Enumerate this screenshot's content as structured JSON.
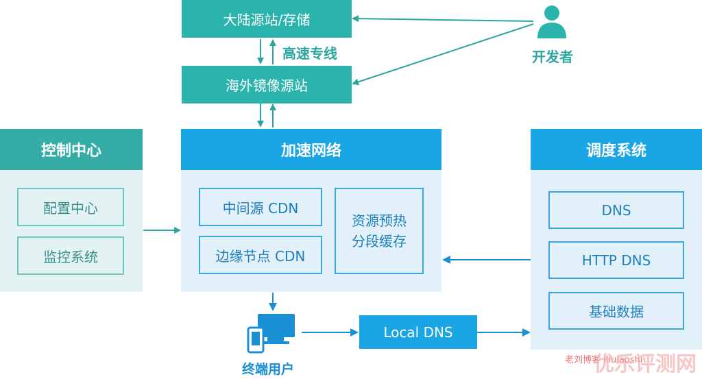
{
  "top_nodes": {
    "mainland_origin": "大陆源站/存储",
    "overseas_mirror": "海外镜像源站",
    "high_speed_line": "高速专线",
    "developer": "开发者"
  },
  "control_center": {
    "title": "控制中心",
    "items": [
      "配置中心",
      "监控系统"
    ]
  },
  "accel_network": {
    "title": "加速网络",
    "items": [
      "中间源 CDN",
      "边缘节点 CDN"
    ],
    "side_item": "资源预热\n分段缓存"
  },
  "dispatch_system": {
    "title": "调度系统",
    "items": [
      "DNS",
      "HTTP DNS",
      "基础数据"
    ]
  },
  "bottom": {
    "end_user": "终端用户",
    "local_dns": "Local DNS"
  },
  "watermark": {
    "small": "老刘博客 iliulaoshi",
    "large": "优乐评测网"
  },
  "colors": {
    "teal": "#2bb3ad",
    "blue": "#1aa5e5",
    "arrow_teal": "#2ba69f",
    "arrow_blue": "#1a8fd3"
  }
}
